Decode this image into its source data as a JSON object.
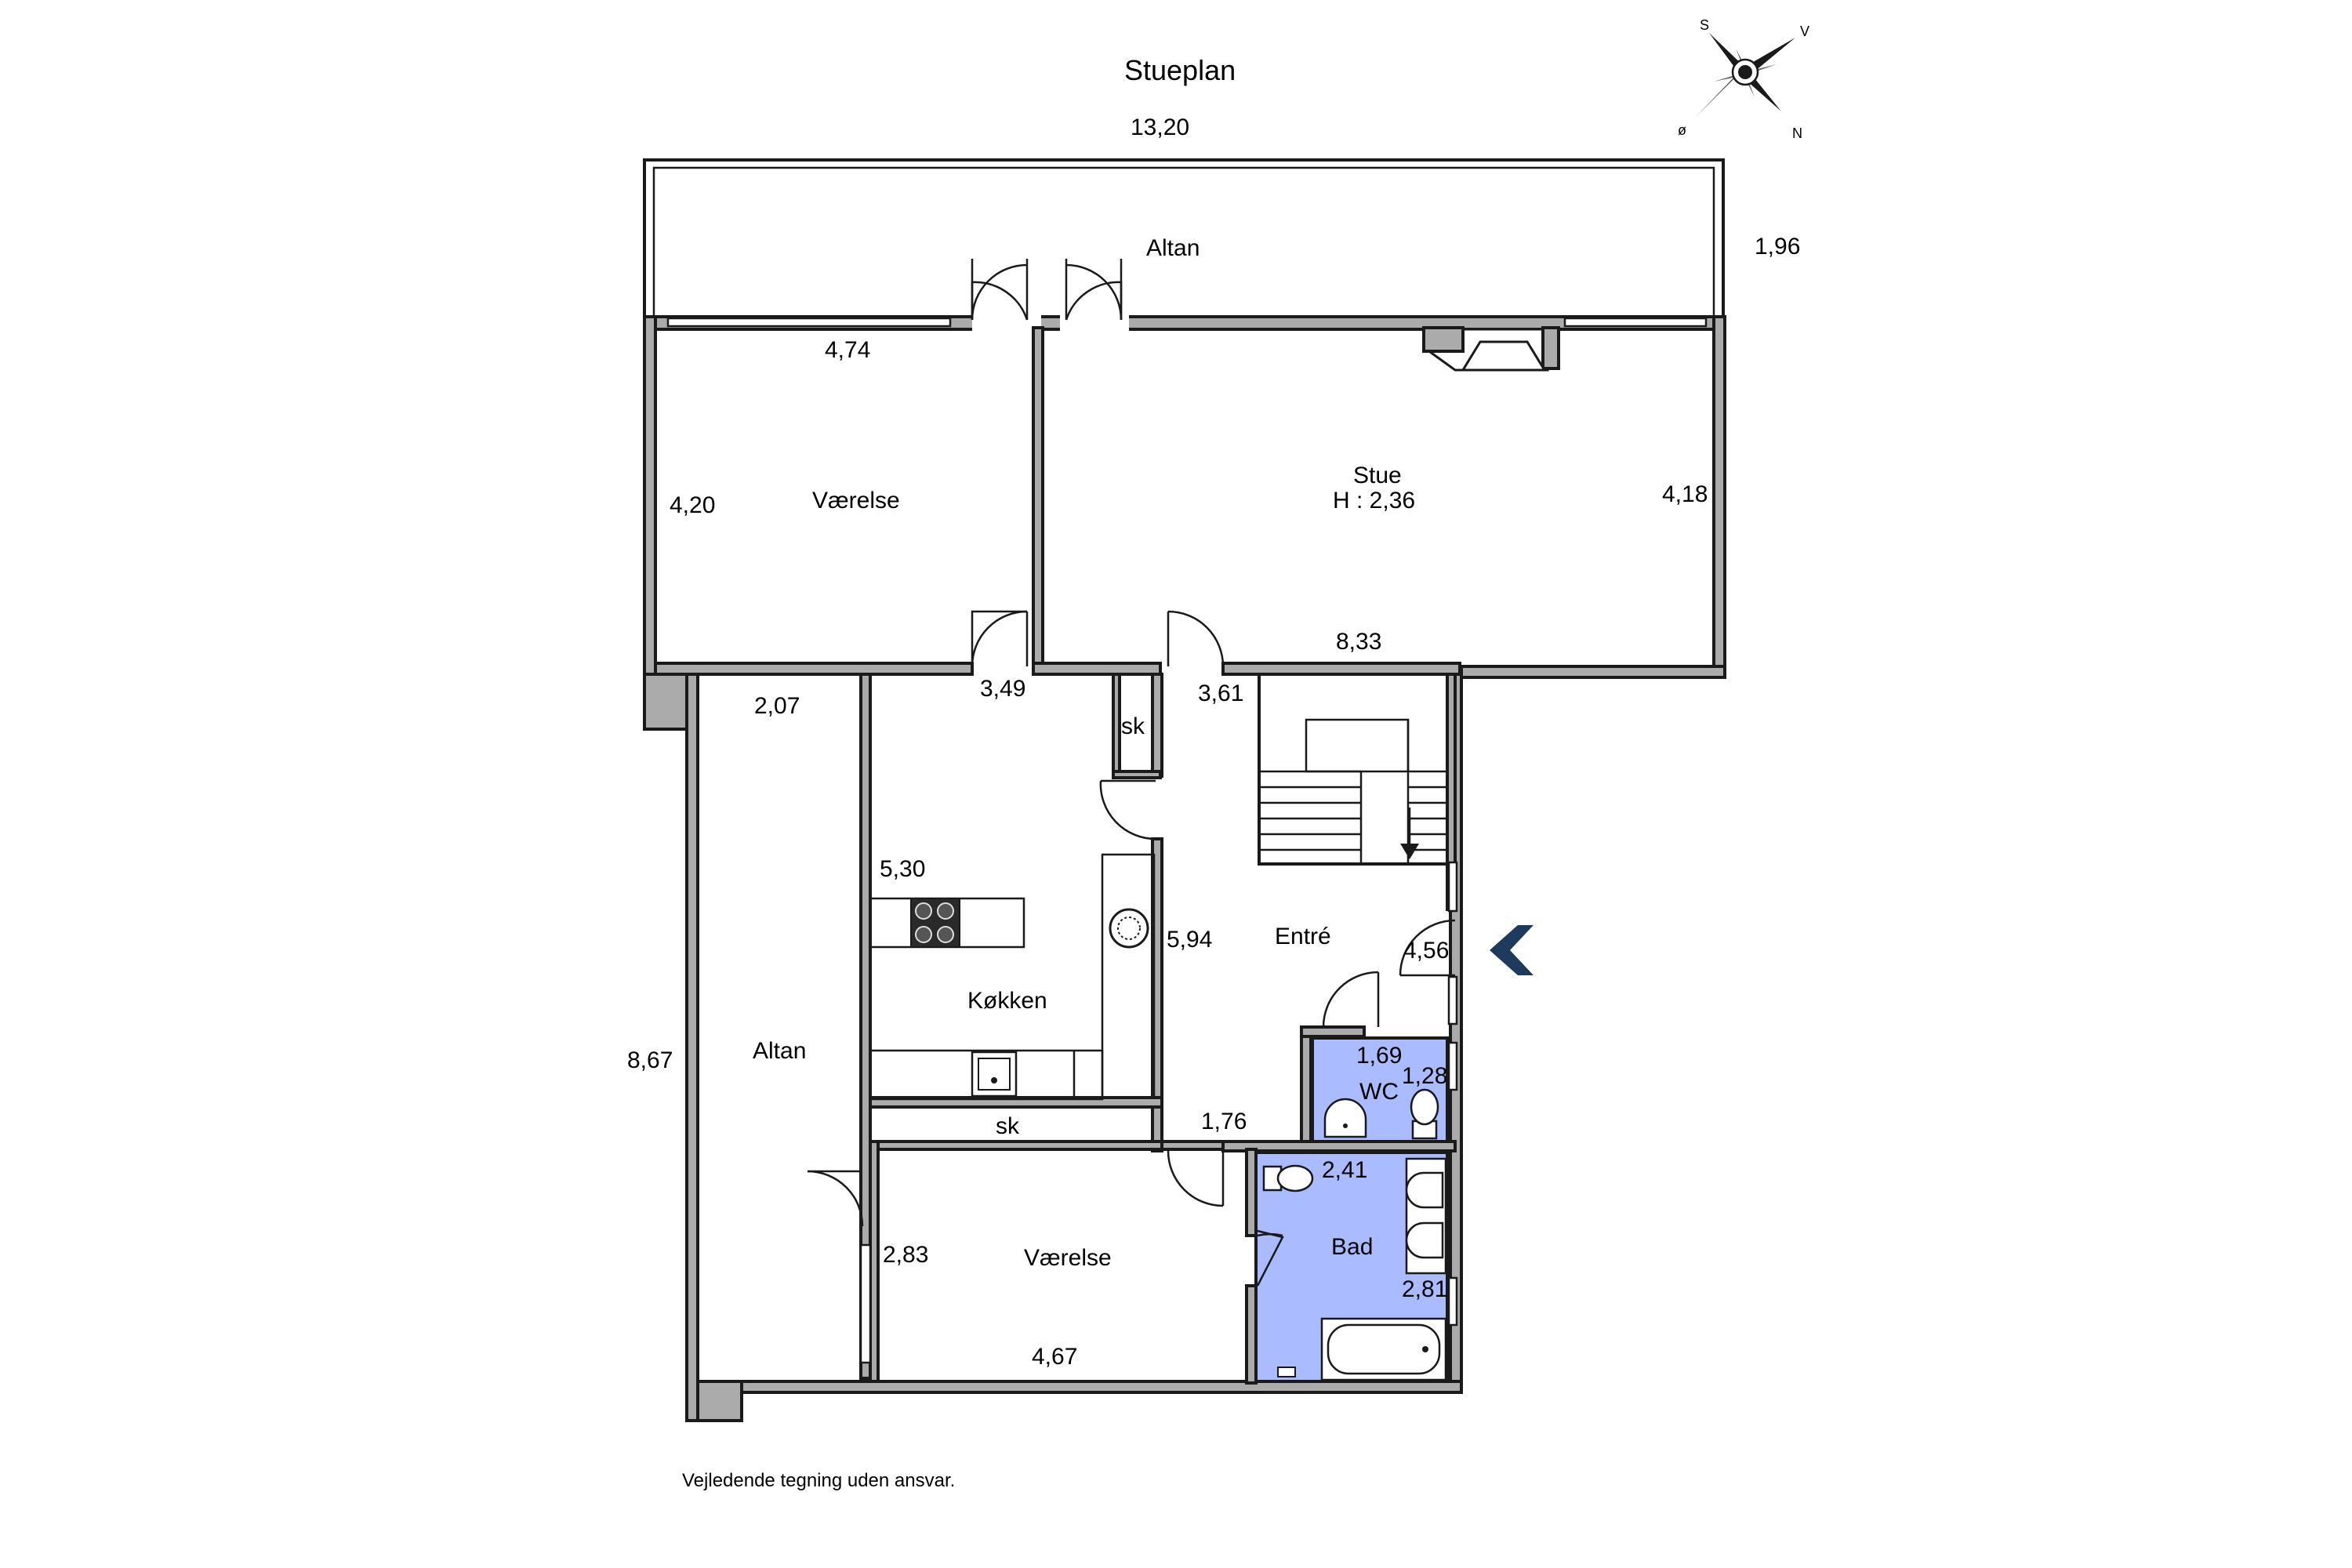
{
  "plan": {
    "title": "Stueplan",
    "disclaimer": "Vejledende tegning uden ansvar.",
    "compass": {
      "s": "S",
      "v": "V",
      "o": "ø",
      "n": "N"
    },
    "rooms": {
      "altan_top": "Altan",
      "vaerelse_top": "Værelse",
      "stue": "Stue",
      "stue_height": "H : 2,36",
      "kokken": "Køkken",
      "entre": "Entré",
      "wc": "WC",
      "bad": "Bad",
      "altan_left": "Altan",
      "vaerelse_bottom": "Værelse",
      "sk_top": "sk",
      "sk_bottom": "sk"
    },
    "dimensions": {
      "total_width": "13,20",
      "altan_depth": "1,96",
      "vaerelse_top_w": "4,74",
      "vaerelse_top_h": "4,20",
      "stue_h": "4,18",
      "stue_w": "8,33",
      "altan_left_w": "2,07",
      "altan_left_h": "8,67",
      "kitchen_w": "3,49",
      "entre_w": "3,61",
      "kitchen_h": "5,30",
      "entre_h": "5,94",
      "entre_door": "4,56",
      "wc_w": "1,69",
      "wc_h": "1,28",
      "hall_w": "1,76",
      "bad_w": "2,41",
      "bad_h": "2,81",
      "vaerelse_bottom_h": "2,83",
      "vaerelse_bottom_w": "4,67"
    }
  },
  "colors": {
    "wall": "#ababab",
    "wet_room": "#aabbff",
    "entrance_arrow": "#1e3a5c"
  },
  "icons": [
    "compass-rose-icon",
    "entrance-arrow-icon",
    "stove-icon",
    "sink-icon",
    "toilet-icon",
    "bathtub-icon",
    "stair-arrow-icon"
  ]
}
